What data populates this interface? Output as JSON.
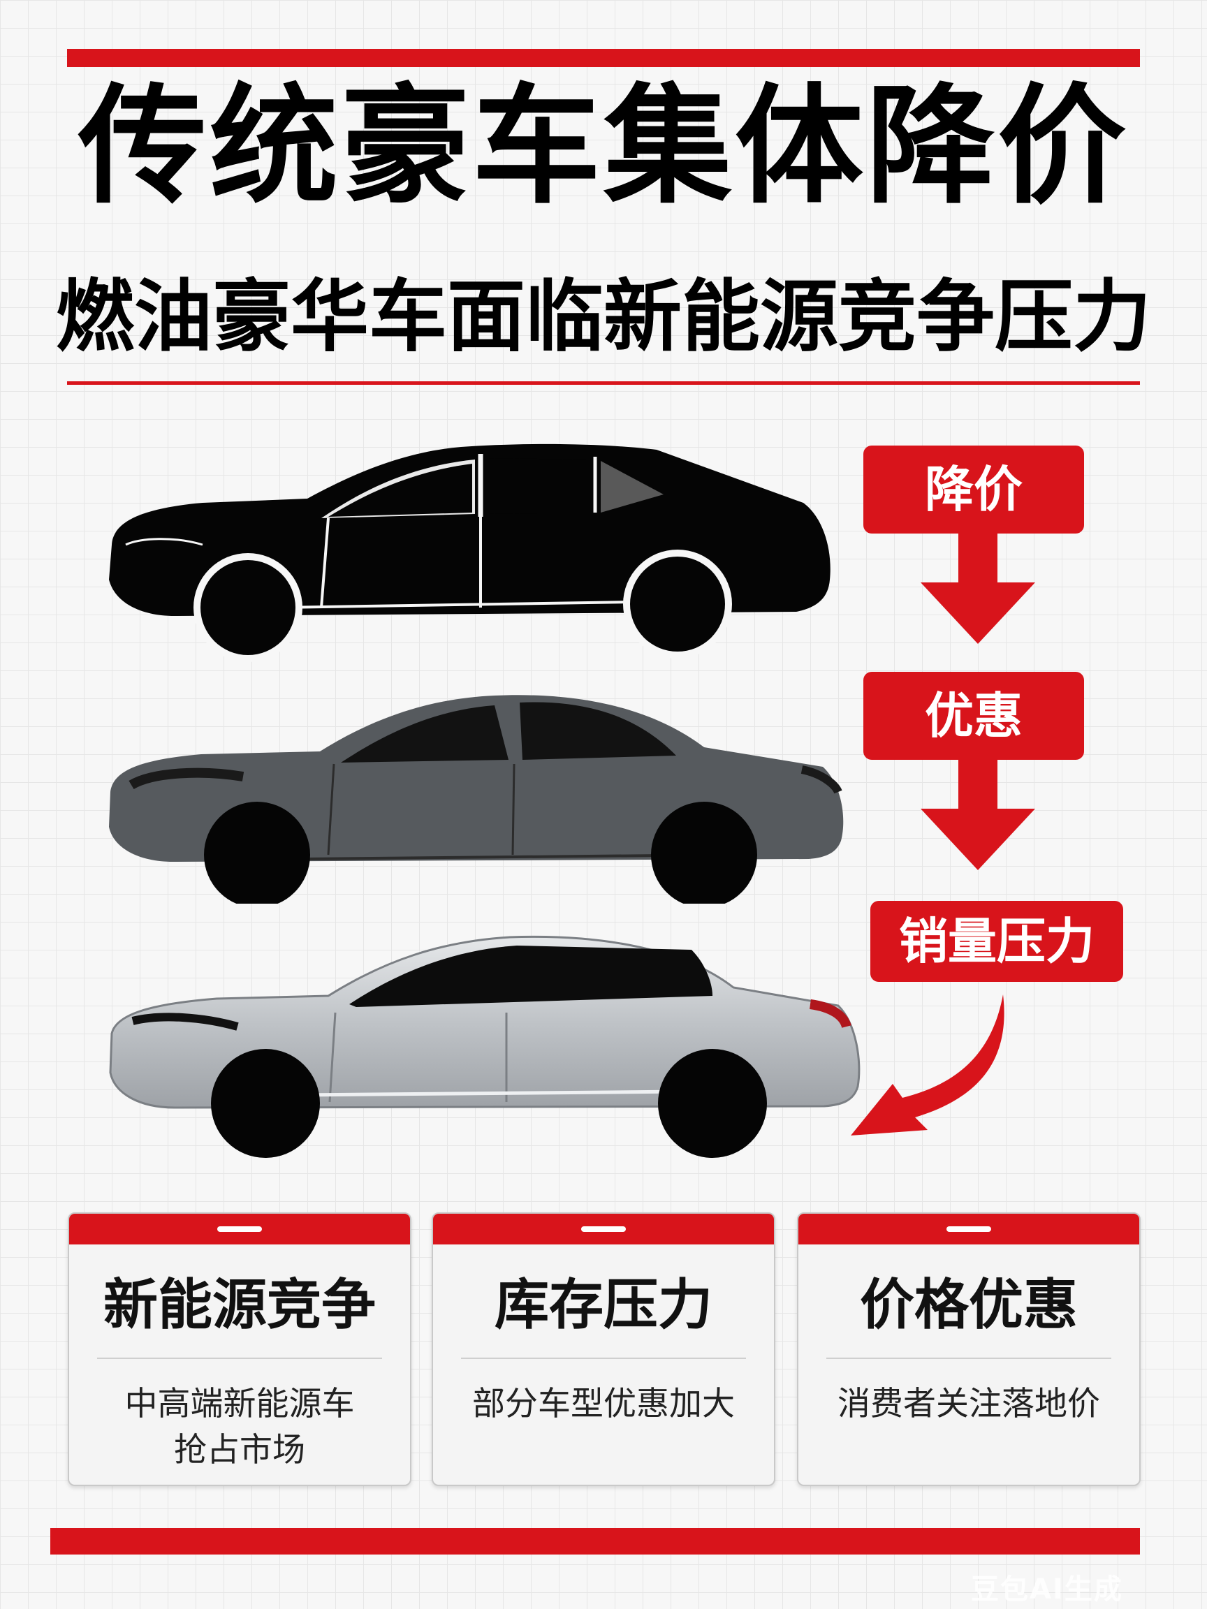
{
  "header": {
    "title": "传统豪车集体降价",
    "subtitle": "燃油豪华车面临新能源竞争压力"
  },
  "tags": [
    {
      "label": "降价"
    },
    {
      "label": "优惠"
    },
    {
      "label": "销量压力"
    }
  ],
  "cards": [
    {
      "title": "新能源竞争",
      "desc_lines": [
        "中高端新能源车",
        "抢占市场"
      ]
    },
    {
      "title": "库存压力",
      "desc_lines": [
        "部分车型优惠加大"
      ]
    },
    {
      "title": "价格优惠",
      "desc_lines": [
        "消费者关注落地价"
      ]
    }
  ],
  "watermark": "豆包AI生成",
  "colors": {
    "accent_red": "#d8141b",
    "car_black": "#050505",
    "car_gray": "#565a5e",
    "car_silver": "#c4c7cb",
    "grid": "#e6e6e6",
    "background": "#f7f7f7"
  },
  "icons": [
    "sedan-silhouette-black",
    "sedan-gray",
    "sedan-silver",
    "down-arrow",
    "curved-arrow"
  ]
}
